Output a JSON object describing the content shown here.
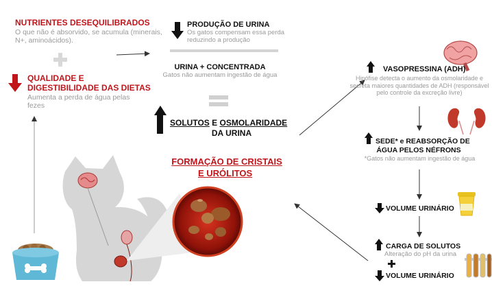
{
  "colors": {
    "accent_red": "#c0161b",
    "gray_text": "#9a9a9a",
    "icon_gray": "#d9d9d9"
  },
  "left": {
    "nutrients_title": "NUTRIENTES DESEQUILIBRADOS",
    "nutrients_sub": "O que não é absorvido, se acumula (minerais, N+, aminoácidos).",
    "quality_line1": "QUALIDADE E",
    "quality_line2": "DIGESTIBILIDADE DAS DIETAS",
    "quality_sub": "Aumenta a perda de água pelas fezes"
  },
  "center": {
    "production_title": "PRODUÇÃO DE URINA",
    "production_sub": "Os gatos compensam essa perda reduzindo a produção",
    "concentrated_title": "URINA + CONCENTRADA",
    "concentrated_sub": "Gatos não aumentam ingestão de água",
    "solutes_word": "SOLUTOS",
    "and_word": "E",
    "osmolarity_word": "OSMOLARIDADE",
    "of_urine": "DA URINA",
    "crystals_line1": "FORMAÇÃO DE CRISTAIS",
    "crystals_line2": "E URÓLITOS"
  },
  "right": {
    "vasopressin_title": "VASOPRESSINA (ADH)",
    "vasopressin_sub": "Hipófise detecta o aumento da osmolaridade e secreta maiores quantidades de ADH (responsável pelo controle da excreção livre)",
    "thirst_title_1": "SEDE* e REABSORÇÃO DE",
    "thirst_title_2": "ÁGUA PELOS NÉFRONS",
    "thirst_sub": "*Gatos não aumentam ingestão de água",
    "volume1": "VOLUME URINÁRIO",
    "solute_load": "CARGA DE SOLUTOS",
    "solute_load_sub": "Alteração do pH da urina",
    "volume2": "VOLUME URINÁRIO"
  },
  "icons": [
    "plus-icon",
    "equals-icon",
    "brain-icon",
    "kidneys-icon",
    "urine-cup-icon",
    "test-tubes-icon",
    "food-bowl-icon",
    "cat-silhouette-icon",
    "crystals-magnifier-icon"
  ]
}
